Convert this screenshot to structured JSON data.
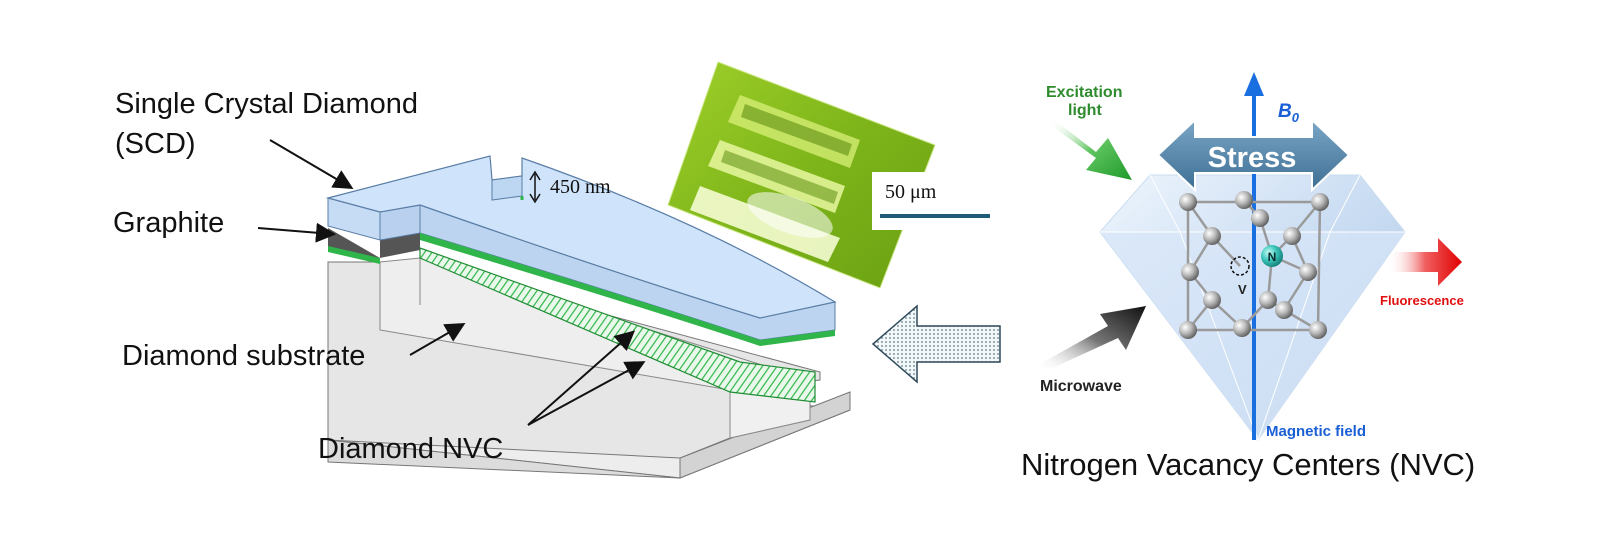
{
  "left_panel": {
    "scd_label_line1": "Single Crystal Diamond",
    "scd_label_line2": "(SCD)",
    "graphite_label": "Graphite",
    "substrate_label": "Diamond substrate",
    "nvc_label": "Diamond NVC",
    "thickness_label": "450 nm"
  },
  "micrograph": {
    "scale_label": "50 μm"
  },
  "right_panel": {
    "excitation_line1": "Excitation",
    "excitation_line2": "light",
    "b0_label": "B",
    "b0_subscript": "0",
    "stress_label": "Stress",
    "nitrogen_label": "N",
    "vacancy_label": "V",
    "fluorescence_label": "Fluorescence",
    "microwave_label": "Microwave",
    "magnetic_field_label": "Magnetic field",
    "title": "Nitrogen Vacancy Centers (NVC)"
  },
  "colors": {
    "scd": "#cfe3fa",
    "graphite": "#555555",
    "nvc_green": "#2fb54a",
    "substrate": "#e8e8e8",
    "micrograph_bg": "#8fc21a",
    "stress_arrow": "#4e7fa3",
    "b0_arrow": "#1a6fe0"
  }
}
